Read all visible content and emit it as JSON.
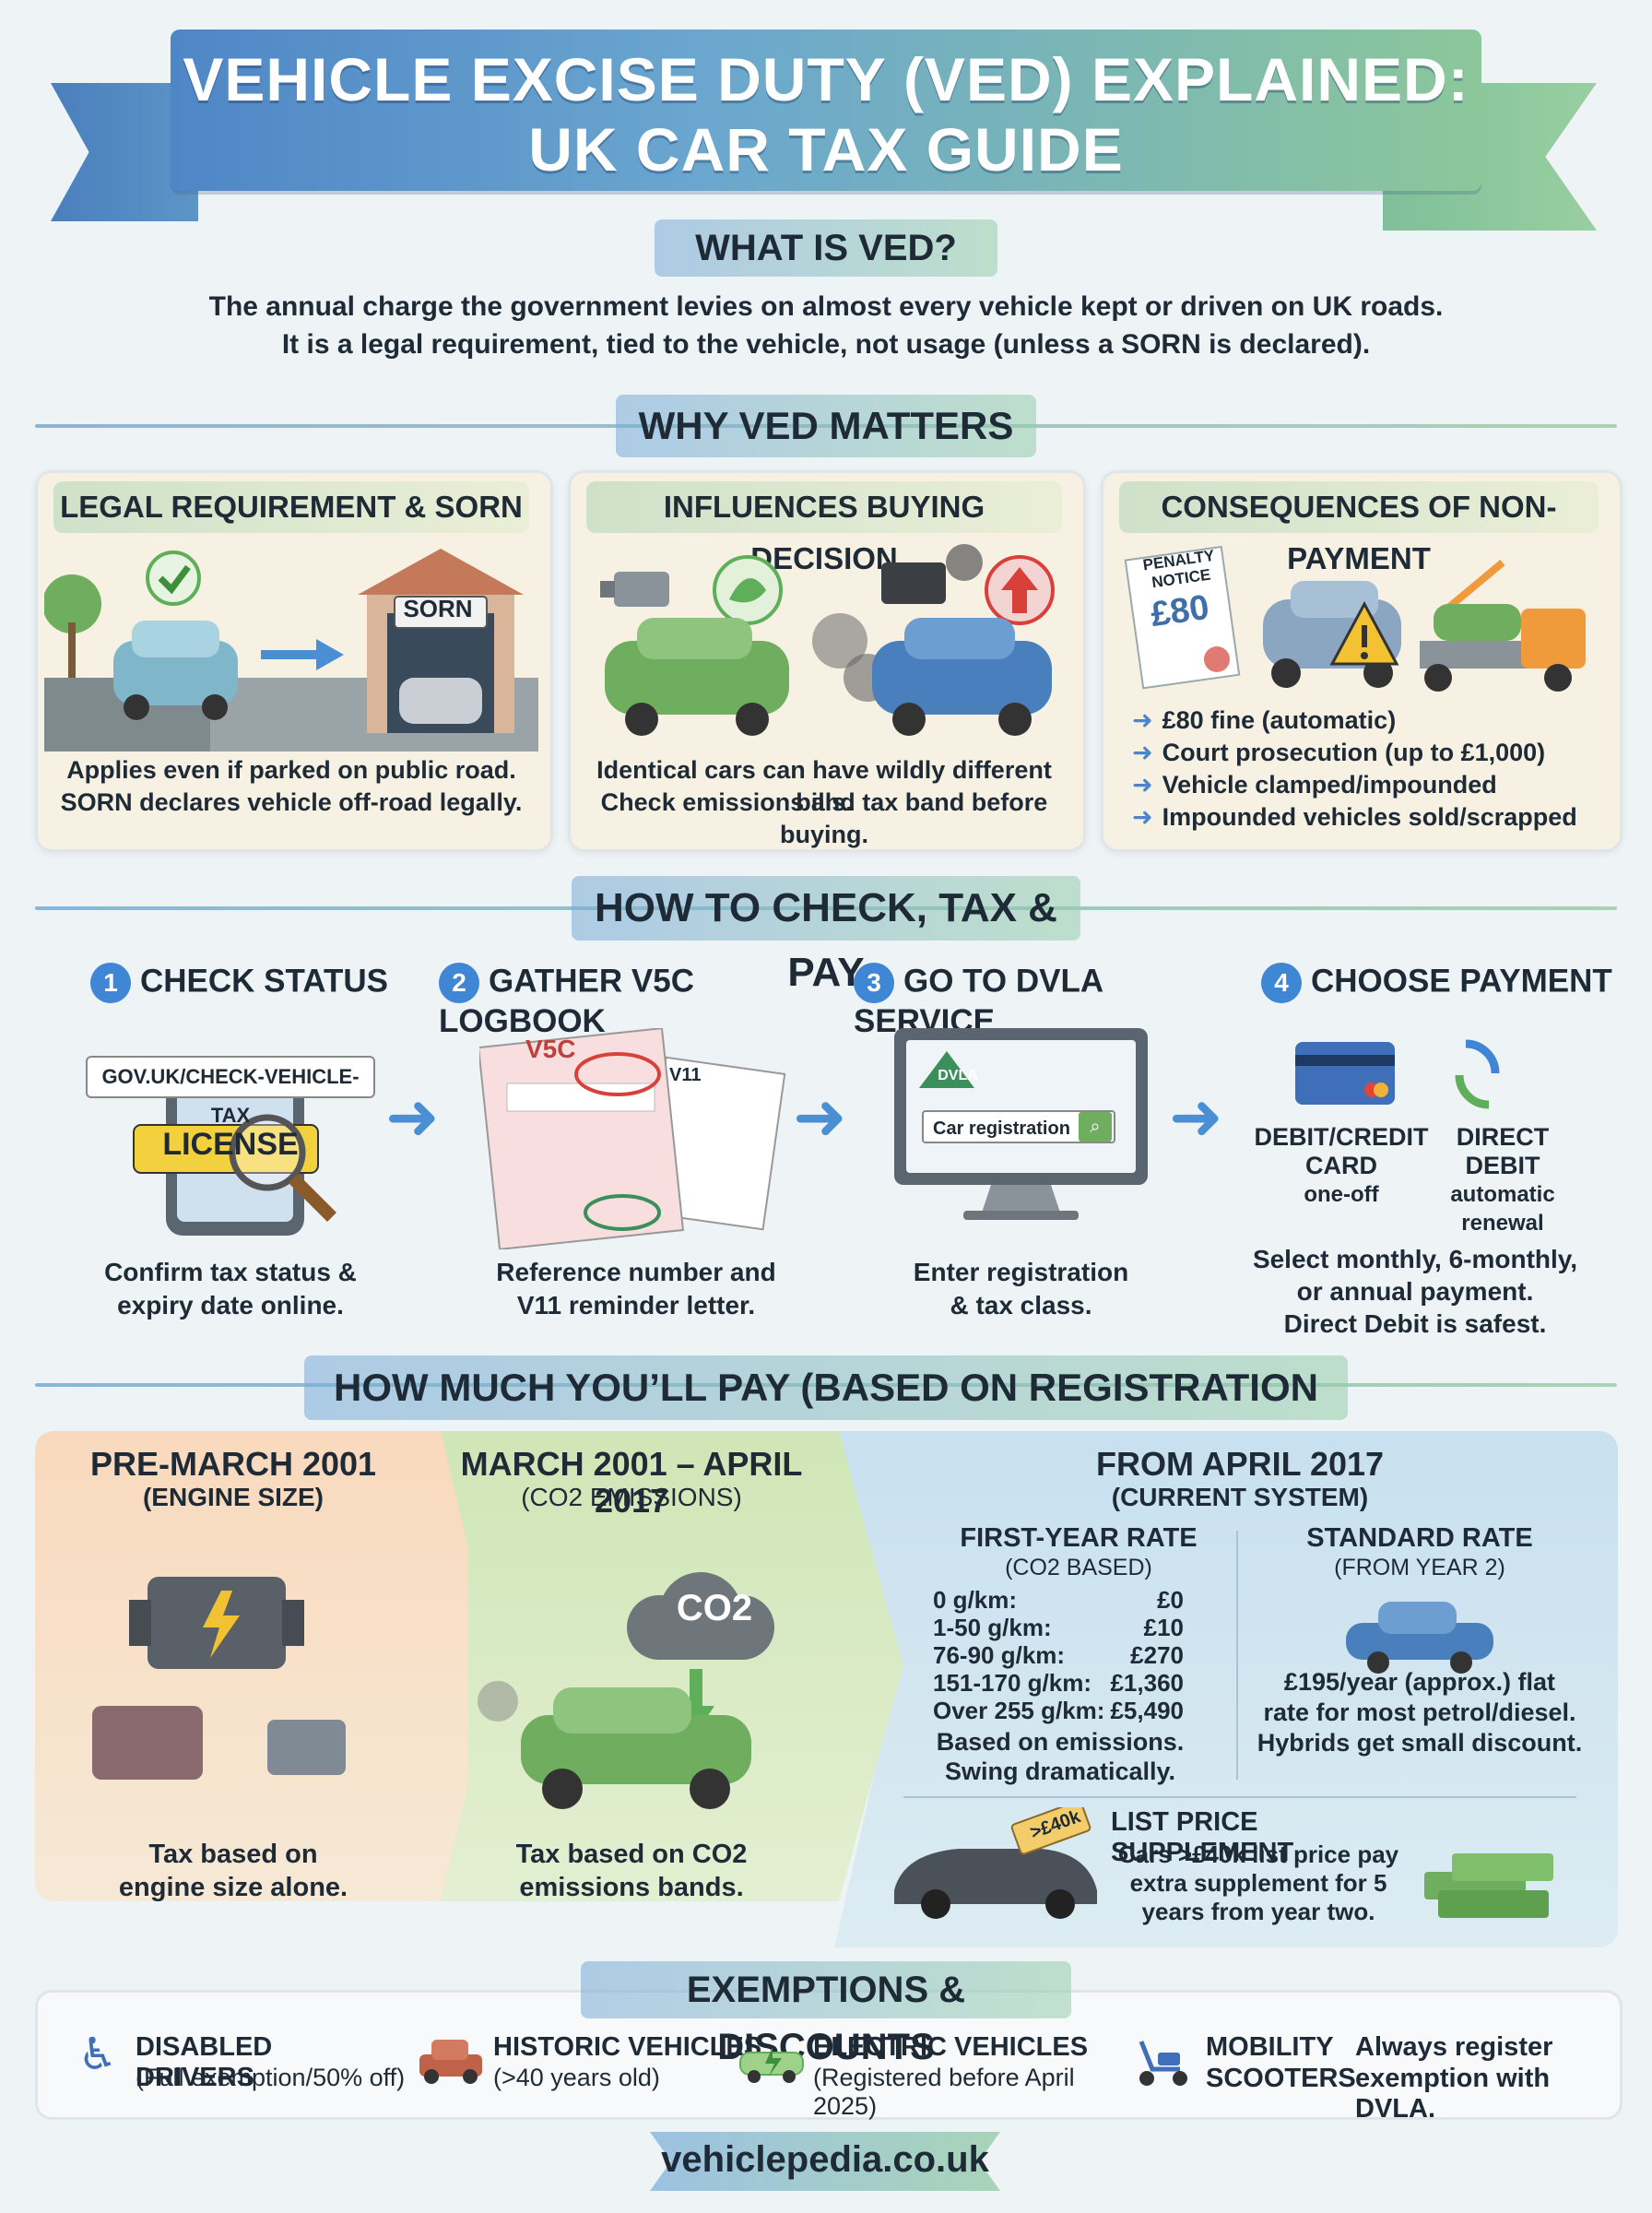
{
  "title": {
    "line1": "VEHICLE EXCISE DUTY (VED) EXPLAINED:",
    "line2": "UK CAR TAX GUIDE"
  },
  "what_is": {
    "heading": "WHAT IS VED?",
    "line1": "The annual charge the government levies on almost every vehicle kept or driven on UK roads.",
    "line2": "It is a legal requirement, tied to the vehicle, not usage (unless a SORN is declared)."
  },
  "why": {
    "heading": "WHY VED MATTERS",
    "cards": [
      {
        "title": "LEGAL REQUIREMENT & SORN",
        "garage_sign": "SORN",
        "line1": "Applies even if parked on public road.",
        "line2": "SORN declares vehicle off-road legally."
      },
      {
        "title": "INFLUENCES BUYING DECISION",
        "line1": "Identical cars can have wildly different bills.",
        "line2": "Check emissions and tax band before buying."
      },
      {
        "title": "CONSEQUENCES OF NON-PAYMENT",
        "notice_label": "PENALTY NOTICE",
        "notice_amount": "£80",
        "bullets": [
          "£80 fine (automatic)",
          "Court prosecution (up to £1,000)",
          "Vehicle clamped/impounded",
          "Impounded vehicles sold/scrapped"
        ]
      }
    ]
  },
  "how_to": {
    "heading": "HOW TO CHECK, TAX & PAY",
    "steps": [
      {
        "num": "1",
        "title": "CHECK STATUS",
        "url": "GOV.UK/CHECK-VEHICLE-TAX",
        "plate": "LICENSE",
        "line1": "Confirm tax status &",
        "line2": "expiry date online."
      },
      {
        "num": "2",
        "title": "GATHER V5C LOGBOOK",
        "doc1": "V5C",
        "doc2": "V11",
        "line1": "Reference number and",
        "line2": "V11 reminder letter."
      },
      {
        "num": "3",
        "title": "GO TO DVLA SERVICE",
        "logo": "DVLA",
        "search_placeholder": "Car registration",
        "line1": "Enter registration",
        "line2": "& tax class."
      },
      {
        "num": "4",
        "title": "CHOOSE PAYMENT",
        "opt1_title1": "DEBIT/CREDIT",
        "opt1_title2": "CARD",
        "opt1_sub": "one-off",
        "opt2_title1": "DIRECT",
        "opt2_title2": "DEBIT",
        "opt2_sub1": "automatic",
        "opt2_sub2": "renewal",
        "line1": "Select monthly, 6-monthly,",
        "line2": "or annual payment.",
        "line3": "Direct Debit is safest."
      }
    ]
  },
  "pay": {
    "heading": "HOW MUCH YOU’LL PAY (BASED ON REGISTRATION DATE)",
    "pre2001": {
      "title": "PRE-MARCH 2001",
      "sub": "(ENGINE SIZE)",
      "line1": "Tax based on",
      "line2": "engine size alone."
    },
    "mid": {
      "title": "MARCH 2001 – APRIL 2017",
      "sub": "(CO2 EMISSIONS)",
      "cloud": "CO2",
      "line1": "Tax based on CO2",
      "line2": "emissions bands."
    },
    "current": {
      "title": "FROM APRIL 2017",
      "sub": "(CURRENT SYSTEM)",
      "first_year": {
        "title": "FIRST-YEAR RATE",
        "sub": "(CO2 BASED)",
        "rows": [
          {
            "band": "0 g/km:",
            "rate": "£0"
          },
          {
            "band": "1-50 g/km:",
            "rate": "£10"
          },
          {
            "band": "76-90 g/km:",
            "rate": "£270"
          },
          {
            "band": "151-170 g/km:",
            "rate": "£1,360"
          },
          {
            "band": "Over 255 g/km:",
            "rate": "£5,490"
          }
        ],
        "note1": "Based on emissions.",
        "note2": "Swing dramatically."
      },
      "standard": {
        "title": "STANDARD RATE",
        "sub": "(FROM YEAR 2)",
        "line1": "£195/year (approx.) flat",
        "line2": "rate for most petrol/diesel.",
        "line3": "Hybrids get small discount."
      },
      "supplement": {
        "tag": ">£40k",
        "title": "LIST PRICE SUPPLEMENT",
        "line1": "Cars >£40k list price pay",
        "line2": "extra supplement for 5",
        "line3": "years from year two."
      }
    }
  },
  "exemptions": {
    "heading": "EXEMPTIONS & DISCOUNTS",
    "items": [
      {
        "title": "DISABLED DRIVERS",
        "sub": "(Full exemption/50% off)",
        "icon": "wheelchair-icon"
      },
      {
        "title": "HISTORIC VEHICLES",
        "sub": "(>40 years old)",
        "icon": "vintage-car-icon"
      },
      {
        "title": "ELECTRIC VEHICLES",
        "sub": "(Registered before April 2025)",
        "icon": "electric-car-icon"
      },
      {
        "title1": "MOBILITY",
        "title2": "SCOOTERS",
        "icon": "mobility-scooter-icon"
      }
    ],
    "note1": "Always register",
    "note2": "exemption with DVLA."
  },
  "footer": "vehiclepedia.co.uk",
  "colors": {
    "accent_blue": "#3f86d4",
    "accent_green": "#5fae5a",
    "warning_red": "#d9403a"
  }
}
